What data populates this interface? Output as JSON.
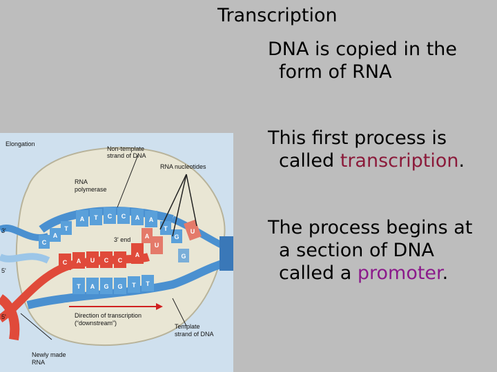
{
  "slide": {
    "title": "Transcription",
    "bullets": [
      {
        "line1": "DNA is copied in the",
        "line2": "form of RNA"
      },
      {
        "line1": "This first process is",
        "line2_prefix": "called ",
        "line2_highlight": "transcription",
        "line2_suffix": "."
      },
      {
        "line1": "The process begins at",
        "line2": "a section of DNA",
        "line3_prefix": "called a ",
        "line3_highlight": "promoter",
        "line3_suffix": "."
      }
    ],
    "highlight_colors": {
      "transcription": "#8b1a3a",
      "promoter": "#8b1a8b"
    }
  },
  "figure": {
    "labels": {
      "elongation": "Elongation",
      "non_template_1": "Non-template",
      "non_template_2": "strand of DNA",
      "rna_nucleotides": "RNA nucleotides",
      "rna_polymerase_1": "RNA",
      "rna_polymerase_2": "polymerase",
      "three_prime_end": "3' end",
      "three_prime_left": "3'",
      "five_prime_left_mid": "5'",
      "five_prime_left_low": "5'",
      "direction_1": "Direction of transcription",
      "direction_2": "(“downstream”)",
      "template_1": "Template",
      "template_2": "strand of DNA",
      "newly_made_1": "Newly made",
      "newly_made_2": "RNA"
    },
    "top_strand_bases": [
      "A",
      "T",
      "C",
      "C",
      "A",
      "A"
    ],
    "top_right_bases": [
      "T",
      "G"
    ],
    "rna_bases": [
      "C",
      "A",
      "U",
      "C",
      "C",
      "A"
    ],
    "bottom_strand_bases": [
      "T",
      "A",
      "G",
      "G",
      "T",
      "T"
    ],
    "left_bases": [
      "A",
      "T",
      "C"
    ],
    "incoming_bases": [
      "U",
      "U",
      "A",
      "G"
    ],
    "colors": {
      "dna_blue": "#4a90d0",
      "dna_light": "#9cc6e8",
      "rna_red": "#e04a3a",
      "incoming_red": "#e47a6a",
      "bubble": "#e9e6d4"
    }
  }
}
